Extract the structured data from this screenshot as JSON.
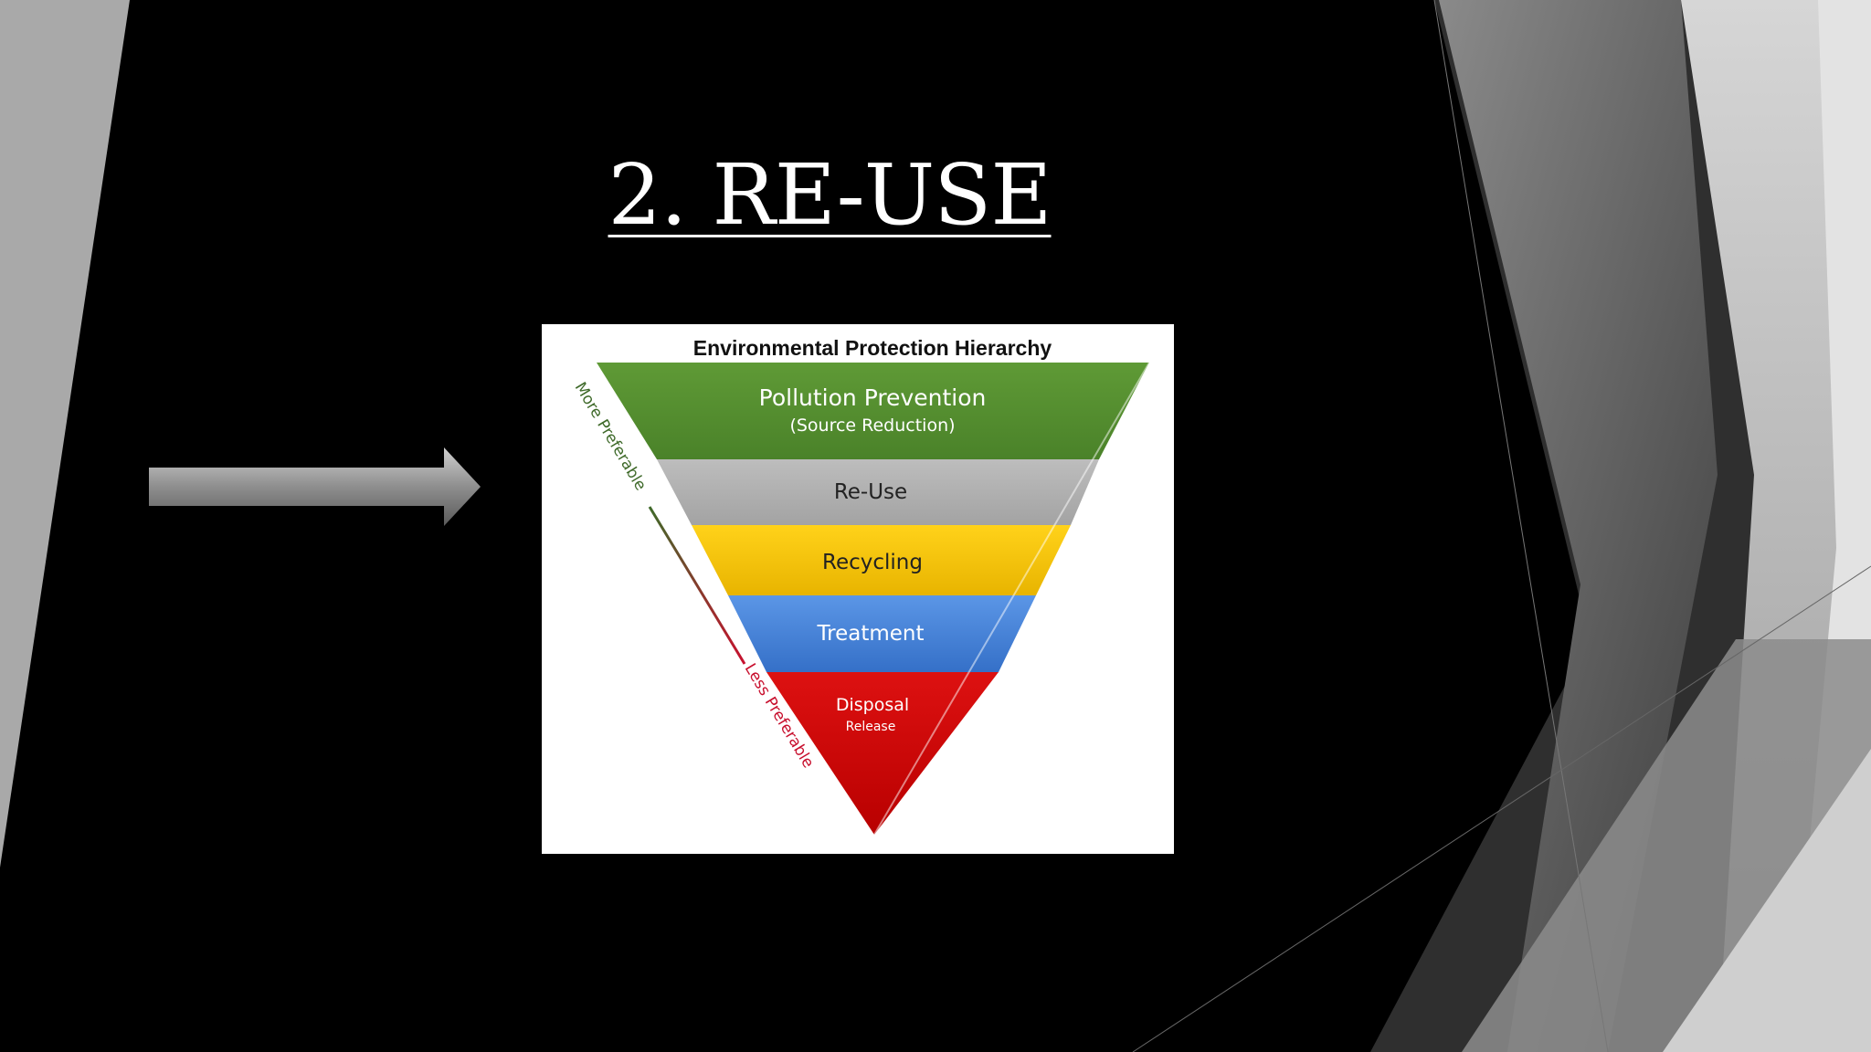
{
  "slide": {
    "title": "2. RE-USE"
  },
  "figure": {
    "title": "Environmental Protection Hierarchy",
    "more_label": "More Preferable",
    "less_label": "Less Preferable",
    "levels": [
      {
        "label": "Pollution Prevention",
        "sublabel": "(Source Reduction)",
        "color": "#4f8a2c"
      },
      {
        "label": "Re-Use",
        "sublabel": "",
        "color": "#b2b2b2"
      },
      {
        "label": "Recycling",
        "sublabel": "",
        "color": "#f2c300"
      },
      {
        "label": "Treatment",
        "sublabel": "",
        "color": "#3f7fd6"
      },
      {
        "label": "Disposal",
        "sublabel": "Release",
        "color": "#cc0000"
      }
    ]
  },
  "colors": {
    "background": "#000000",
    "title": "#ffffff",
    "more_color": "#3f6a2a",
    "less_color": "#c8102e"
  },
  "icons": {
    "arrow": "right-arrow-icon"
  }
}
